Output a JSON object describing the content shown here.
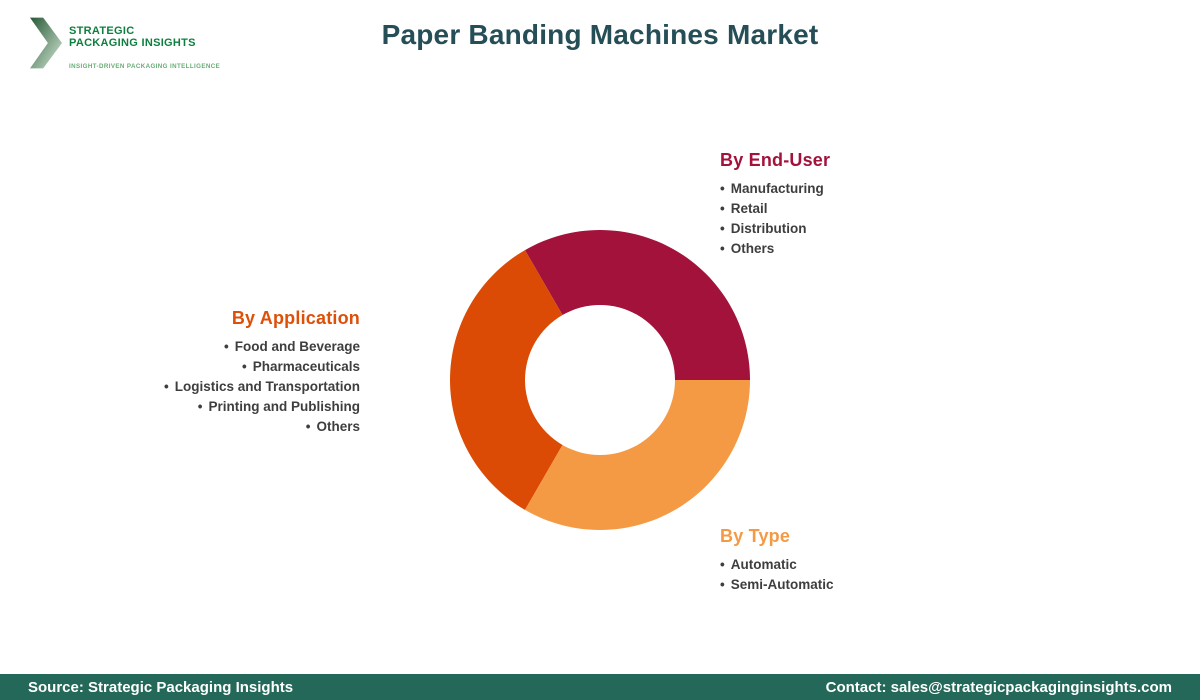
{
  "ui": {
    "bullet": "•"
  },
  "logo": {
    "line1": "STRATEGIC",
    "line2": "PACKAGING INSIGHTS",
    "tagline": "INSIGHT-DRIVEN PACKAGING INTELLIGENCE",
    "brand_green": "#0E7F3E",
    "tagline_green": "#68AC75"
  },
  "header": {
    "title": "Paper Banding Machines Market",
    "title_color": "#254E57"
  },
  "chart_data": {
    "type": "pie",
    "style": "donut",
    "inner_radius_ratio": 0.5,
    "start_angle_deg": 0,
    "title": "Paper Banding Machines Market",
    "segments": [
      {
        "label": "By End-User",
        "value": 33.33,
        "color": "#A2123B",
        "position": "top"
      },
      {
        "label": "By Type",
        "value": 33.33,
        "color": "#F49A45",
        "position": "bottom-right"
      },
      {
        "label": "By Application",
        "value": 33.33,
        "color": "#DC4B05",
        "position": "left"
      }
    ]
  },
  "groups": {
    "end_user": {
      "heading": "By End-User",
      "color": "#A2123B",
      "items": [
        "Manufacturing",
        "Retail",
        "Distribution",
        "Others"
      ]
    },
    "application": {
      "heading": "By Application",
      "color": "#DE4F08",
      "items": [
        "Food and Beverage",
        "Pharmaceuticals",
        "Logistics and Transportation",
        "Printing and Publishing",
        "Others"
      ]
    },
    "type": {
      "heading": "By Type",
      "color": "#F49A45",
      "items": [
        "Automatic",
        "Semi-Automatic"
      ]
    }
  },
  "footer": {
    "source": "Source: Strategic Packaging Insights",
    "contact": "Contact: sales@strategicpackaginginsights.com",
    "bar_color": "#236858"
  }
}
